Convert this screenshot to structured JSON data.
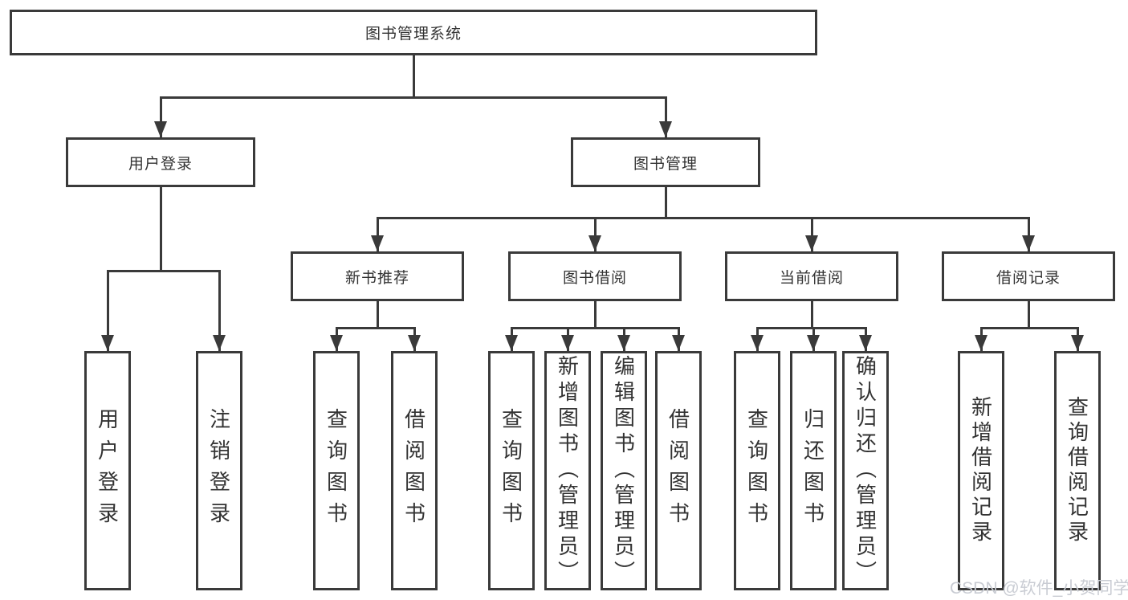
{
  "diagram_title": "图书管理系统",
  "tree": {
    "label": "图书管理系统",
    "children": [
      {
        "label": "用户登录",
        "children": [
          {
            "label": "用户登录"
          },
          {
            "label": "注销登录"
          }
        ]
      },
      {
        "label": "图书管理",
        "children": [
          {
            "label": "新书推荐",
            "children": [
              {
                "label": "查询图书"
              },
              {
                "label": "借阅图书"
              }
            ]
          },
          {
            "label": "图书借阅",
            "children": [
              {
                "label": "查询图书"
              },
              {
                "label": "新增图书（管理员）"
              },
              {
                "label": "编辑图书（管理员）"
              },
              {
                "label": "借阅图书"
              }
            ]
          },
          {
            "label": "当前借阅",
            "children": [
              {
                "label": "查询图书"
              },
              {
                "label": "归还图书"
              },
              {
                "label": "确认归还（管理员）"
              }
            ]
          },
          {
            "label": "借阅记录",
            "children": [
              {
                "label": "新增借阅记录"
              },
              {
                "label": "查询借阅记录"
              }
            ]
          }
        ]
      }
    ]
  },
  "watermark": {
    "text": "CSDN @软件_小贺同学"
  },
  "colors": {
    "line": "#3a3a3a",
    "text": "#333333",
    "watermark": "#c9ccd3",
    "background": "#ffffff"
  }
}
